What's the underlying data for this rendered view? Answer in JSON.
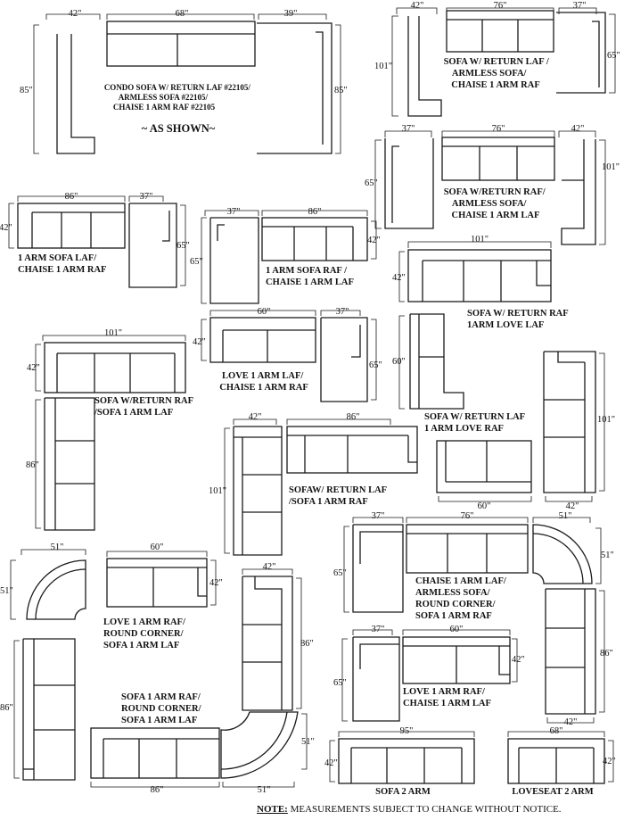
{
  "note": {
    "prefix": "NOTE:",
    "text": " MEASUREMENTS SUBJECT TO CHANGE WITHOUT NOTICE."
  },
  "dims": {
    "d0": "42\"",
    "d1": "68\"",
    "d2": "39\"",
    "d3": "85\"",
    "d4": "85\"",
    "d5": "42\"",
    "d6": "76\"",
    "d7": "37\"",
    "d8": "101\"",
    "d9": "65\"",
    "d10": "37\"",
    "d11": "76\"",
    "d12": "42\"",
    "d13": "65\"",
    "d14": "101\"",
    "d15": "86\"",
    "d16": "37\"",
    "d17": "42\"",
    "d18": "65\"",
    "d19": "37\"",
    "d20": "86\"",
    "d21": "65\"",
    "d22": "42\"",
    "d23": "101\"",
    "d24": "42\"",
    "d25": "60\"",
    "d26": "37\"",
    "d27": "42\"",
    "d28": "65\"",
    "d29": "60\"",
    "d30": "101\"",
    "d31": "42\"",
    "d32": "86\"",
    "d33": "101\"",
    "d34": "42\"",
    "d35": "86\"",
    "d36": "101\"",
    "d37": "60\"",
    "d38": "37\"",
    "d39": "76\"",
    "d40": "42\"",
    "d41": "51\"",
    "d42": "65\"",
    "d43": "51\"",
    "d44": "51\"",
    "d45": "60\"",
    "d46": "51\"",
    "d47": "42\"",
    "d48": "42\"",
    "d49": "86\"",
    "d50": "86\"",
    "d51": "37\"",
    "d52": "60\"",
    "d53": "65\"",
    "d54": "42\"",
    "d55": "86\"",
    "d56": "51\"",
    "d57": "86\"",
    "d58": "51\"",
    "d59": "95\"",
    "d60": "42\"",
    "d61": "68\"",
    "d62": "42\"",
    "d63": "42\""
  },
  "labels": {
    "l0": [
      "CONDO SOFA W/ RETURN LAF #22105/",
      "ARMLESS SOFA #22105/",
      "CHAISE 1 ARM RAF #22105"
    ],
    "l1": [
      "~ AS SHOWN~"
    ],
    "l2": [
      "SOFA W/ RETURN LAF /",
      "ARMLESS SOFA/",
      "CHAISE 1 ARM RAF"
    ],
    "l3": [
      "SOFA W/RETURN RAF/",
      "ARMLESS SOFA/",
      "CHAISE 1 ARM LAF"
    ],
    "l4": [
      "1 ARM SOFA LAF/",
      "CHAISE 1 ARM   RAF"
    ],
    "l5": [
      "1 ARM SOFA RAF /",
      "CHAISE 1 ARM  LAF"
    ],
    "l6": [
      "SOFA W/  RETURN RAF",
      "1ARM LOVE LAF"
    ],
    "l7": [
      "LOVE 1 ARM LAF/",
      "CHAISE 1 ARM RAF"
    ],
    "l8": [
      "SOFA W/RETURN RAF",
      "/SOFA 1 ARM LAF"
    ],
    "l9": [
      "SOFA  W/ RETURN LAF",
      "1 ARM LOVE RAF"
    ],
    "l10": [
      "SOFAW/ RETURN LAF",
      "/SOFA 1 ARM RAF"
    ],
    "l11": [
      "CHAISE 1 ARM LAF/",
      "ARMLESS SOFA/",
      "ROUND CORNER/",
      "SOFA 1 ARM RAF"
    ],
    "l12": [
      "LOVE 1 ARM RAF/",
      "ROUND CORNER/",
      "SOFA 1 ARM LAF"
    ],
    "l13": [
      "LOVE 1 ARM RAF/",
      "CHAISE 1 ARM LAF"
    ],
    "l14": [
      "SOFA 1 ARM RAF/",
      "ROUND CORNER/",
      "SOFA 1 ARM LAF"
    ],
    "l15": [
      "SOFA 2 ARM"
    ],
    "l16": [
      "LOVESEAT 2 ARM"
    ]
  }
}
